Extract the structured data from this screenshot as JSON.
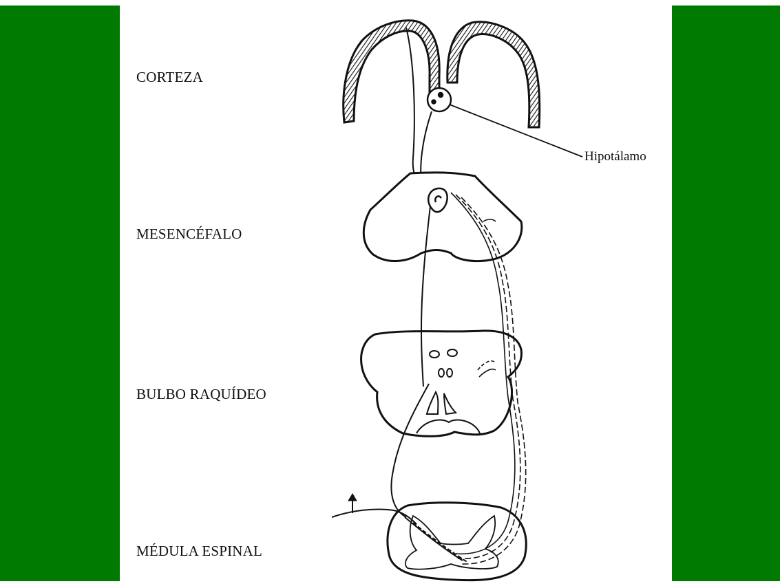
{
  "colors": {
    "side_band": "#007a00",
    "ink": "#111111",
    "background": "#ffffff"
  },
  "labels": {
    "corteza": "CORTEZA",
    "mesencefalo": "MESENCÉFALO",
    "bulbo": "BULBO RAQUÍDEO",
    "medula": "MÉDULA ESPINAL",
    "hipotalamo": "Hipotálamo"
  }
}
